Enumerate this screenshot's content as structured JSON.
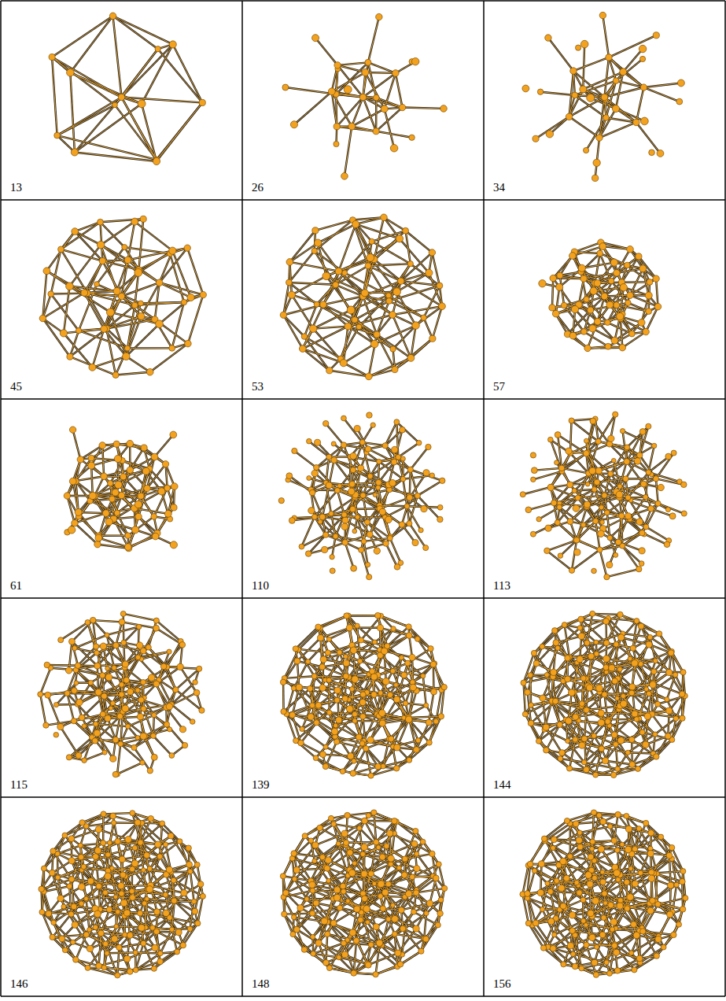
{
  "diagram": {
    "labels": [
      "13",
      "26",
      "34",
      "45",
      "53",
      "57",
      "61",
      "110",
      "113",
      "115",
      "139",
      "144",
      "146",
      "148",
      "156"
    ]
  }
}
